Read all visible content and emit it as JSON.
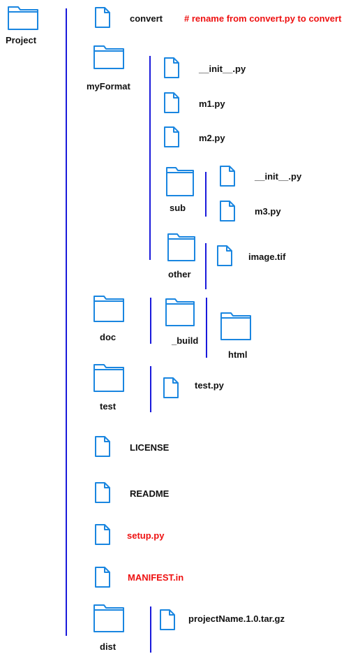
{
  "colors": {
    "icon_stroke": "#1a86e0",
    "line": "#1a1adb",
    "label": "#111111",
    "highlight": "#ee1111"
  },
  "tree": {
    "root": {
      "label": "Project",
      "icon": "folder-icon"
    },
    "convert": {
      "label": "convert",
      "icon": "file-icon",
      "comment": "# rename from convert.py to convert"
    },
    "myformat": {
      "label": "myFormat",
      "icon": "folder-icon",
      "init": "__init__.py",
      "m1": "m1.py",
      "m2": "m2.py",
      "sub": {
        "label": "sub",
        "init": "__init__.py",
        "m3": "m3.py"
      },
      "other": {
        "label": "other",
        "image": "image.tif"
      }
    },
    "doc": {
      "label": "doc",
      "build": "_build",
      "html": "html"
    },
    "test": {
      "label": "test",
      "testpy": "test.py"
    },
    "license": "LICENSE",
    "readme": "README",
    "setup": "setup.py",
    "manifest": "MANIFEST.in",
    "dist": {
      "label": "dist",
      "archive": "projectName.1.0.tar.gz"
    }
  }
}
